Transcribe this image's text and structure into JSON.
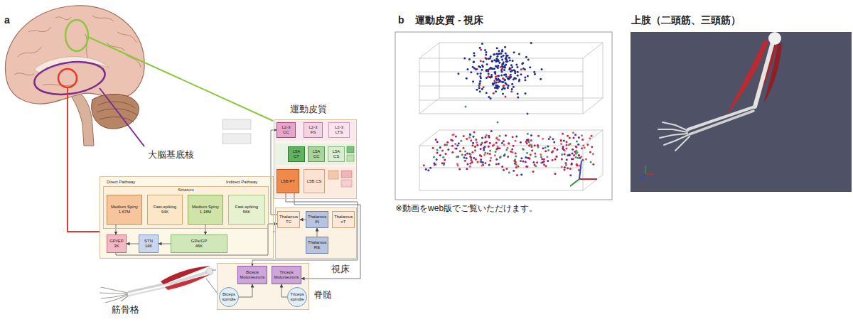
{
  "diagram": {
    "nodes": [
      {
        "text": [
          "運動皮質"
        ]
      },
      {
        "text": [
          "L2-3 CC"
        ],
        "in": 0
      },
      {
        "text": [
          "L2-3 FS"
        ],
        "in": 0
      },
      {
        "text": [
          "L2-3 LTS"
        ],
        "in": 0
      },
      {
        "text": [
          "L5A CT"
        ],
        "in": 0
      },
      {
        "text": [
          "L5A CC"
        ],
        "in": 0
      },
      {
        "text": [
          "L5A CS"
        ],
        "in": 0
      },
      {
        "text": [
          "L5B PT"
        ],
        "in": 0
      },
      {
        "text": [
          "L5B CS"
        ],
        "in": 0
      },
      {
        "text": [
          "視床"
        ]
      },
      {
        "text": [
          "Thalamus TC"
        ],
        "in": 9
      },
      {
        "text": [
          "Thalamus IN"
        ],
        "in": 9
      },
      {
        "text": [
          "Thalamus nT"
        ],
        "in": 9
      },
      {
        "text": [
          "Thalamus RE"
        ],
        "in": 9
      },
      {
        "text": [
          "大脳基底核"
        ]
      },
      {
        "text": [
          "Striatum"
        ],
        "in": 14
      },
      {
        "text": [
          "Medium Spiny",
          "1.67M"
        ],
        "in": 15
      },
      {
        "text": [
          "Fast-spiking",
          "94K"
        ],
        "in": 15
      },
      {
        "text": [
          "Medium Spiny",
          "1.18M"
        ],
        "in": 15
      },
      {
        "text": [
          "Fast-spiking",
          "56K"
        ],
        "in": 15
      },
      {
        "text": [
          "GPi/EP",
          "3K"
        ],
        "in": 14
      },
      {
        "text": [
          "STN",
          "14K"
        ],
        "in": 14
      },
      {
        "text": [
          "GPe/GP",
          "46K"
        ],
        "in": 14
      },
      {
        "text": [
          "脊髄"
        ]
      },
      {
        "text": [
          "Biceps Motoneurons"
        ],
        "in": 23
      },
      {
        "text": [
          "Triceps Motoneurons"
        ],
        "in": 23
      },
      {
        "text": [
          "Biceps spindle"
        ],
        "in": 23
      },
      {
        "text": [
          "Triceps spindle"
        ],
        "in": 23
      }
    ],
    "edges": [
      {
        "from": 16,
        "to": 20,
        "arrow": "to"
      },
      {
        "from": 18,
        "to": 22,
        "arrow": "to"
      },
      {
        "from": 22,
        "to": 21,
        "arrow": "to"
      },
      {
        "from": 21,
        "to": 20,
        "arrow": "to"
      },
      {
        "from": 20,
        "to": 10,
        "arrow": "to"
      },
      {
        "from": 10,
        "to": 1,
        "arrow": "to"
      },
      {
        "from": 7,
        "to": 24,
        "arrow": "to"
      },
      {
        "from": 7,
        "to": 25,
        "arrow": "to"
      },
      {
        "from": 26,
        "to": 24,
        "arrow": "to"
      },
      {
        "from": 27,
        "to": 25,
        "arrow": "to"
      },
      {
        "from": 11,
        "to": 10,
        "arrow": "to"
      },
      {
        "from": 13,
        "to": 11,
        "arrow": "to"
      }
    ],
    "labels": [
      "a",
      "b",
      "運動皮質 - 視床",
      "上肢（二頭筋、三頭筋）",
      "※動画をweb版でご覧いただけます。",
      "Direct Pathway",
      "Indirect Pathway",
      "筋骨格"
    ]
  }
}
